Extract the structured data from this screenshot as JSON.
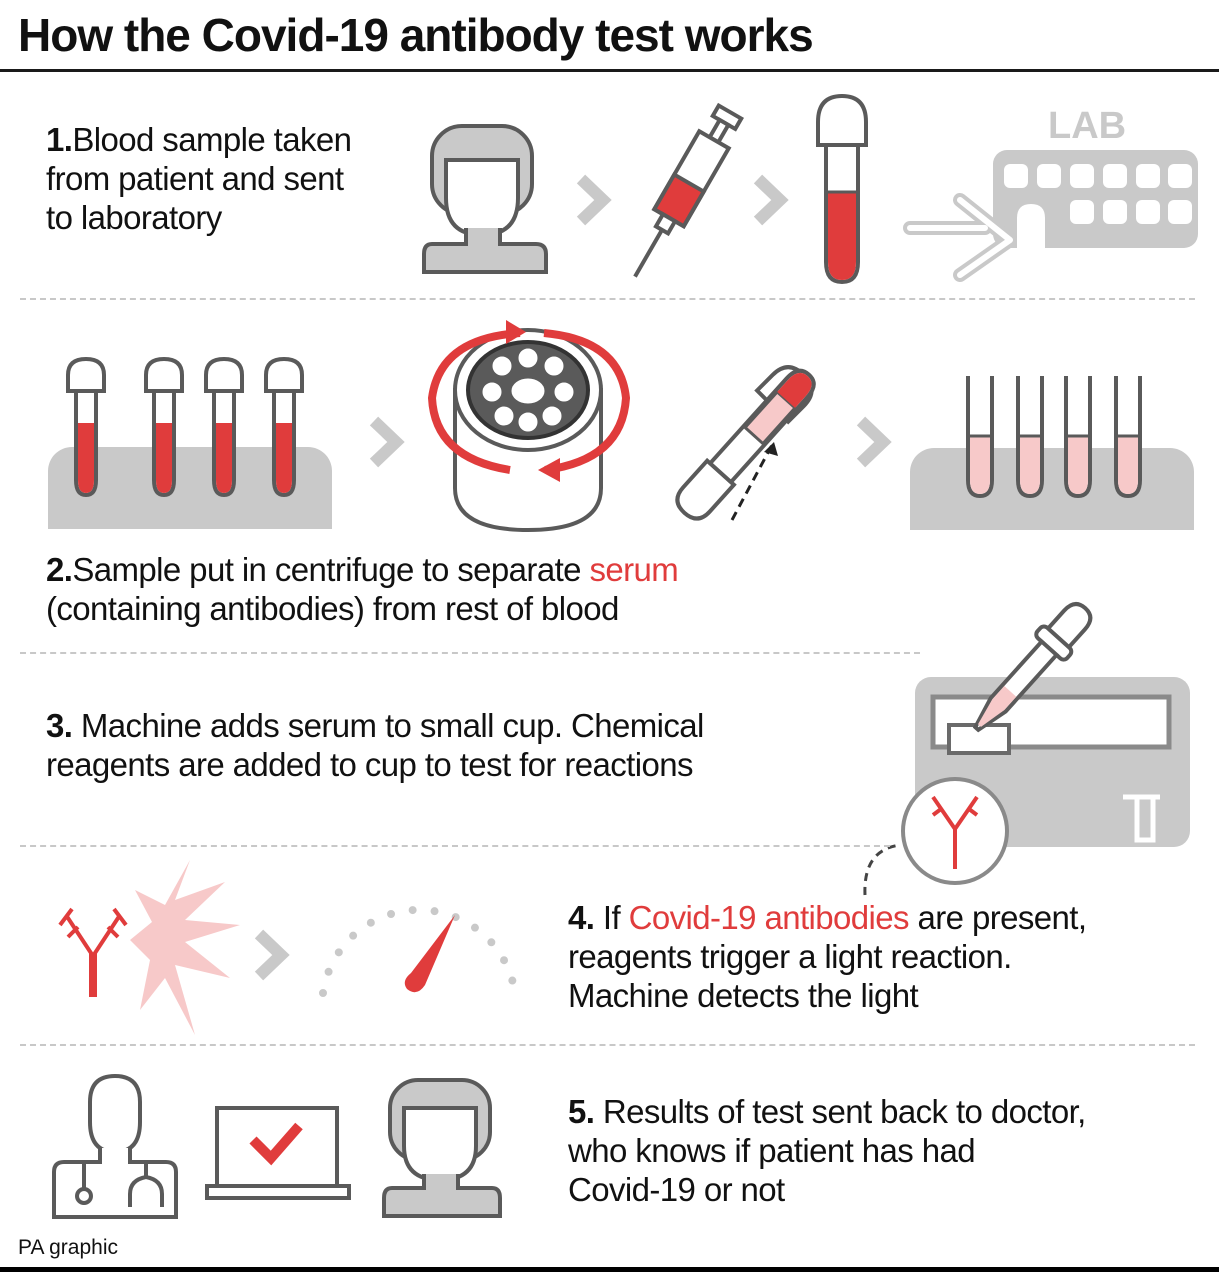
{
  "title": "How the Covid-19 antibody test works",
  "colors": {
    "accent_red": "#e03c3c",
    "light_pink": "#f7c9c9",
    "icon_gray": "#c9c9c9",
    "stroke_gray": "#5a5a5a",
    "divider": "#c8c8c8"
  },
  "steps": [
    {
      "number": "1.",
      "text": "Blood sample taken from patient and sent to laboratory",
      "icons": [
        "patient-icon",
        "chevron-icon",
        "syringe-icon",
        "chevron-icon",
        "blood-tube-icon",
        "arrow-icon",
        "lab-building-icon"
      ],
      "lab_label": "LAB"
    },
    {
      "number": "2.",
      "text_before": "Sample put in centrifuge to separate",
      "highlight": "serum",
      "text_after": "(containing antibodies) from rest of blood",
      "icons": [
        "tube-rack-icon",
        "chevron-icon",
        "centrifuge-icon",
        "separated-tube-icon",
        "chevron-icon",
        "serum-rack-icon"
      ]
    },
    {
      "number": "3.",
      "text": "Machine adds serum to small cup. Chemical reagents are added to cup to test for reactions",
      "icons": [
        "test-machine-icon",
        "pipette-icon"
      ]
    },
    {
      "number": "4.",
      "text_before": "If",
      "highlight": "Covid-19 antibodies",
      "text_after": "are present, reagents trigger a light reaction. Machine detects the light",
      "icons": [
        "antibody-icon",
        "light-burst-icon",
        "chevron-icon",
        "gauge-icon",
        "antibody-magnifier-icon"
      ]
    },
    {
      "number": "5.",
      "text": "Results of test sent back to doctor, who knows if patient has had Covid-19 or not",
      "icons": [
        "doctor-icon",
        "laptop-check-icon",
        "patient-icon"
      ]
    }
  ],
  "step_lines": {
    "s1": [
      "Blood sample taken",
      "from patient and sent",
      "to laboratory"
    ],
    "s2": [
      "Sample put in centrifuge to separate ",
      "serum",
      "(containing antibodies) from rest of blood"
    ],
    "s3": [
      "Machine adds serum to small cup. Chemical",
      "reagents are added to cup to test for reactions"
    ],
    "s4": [
      "If ",
      "Covid-19 antibodies",
      " are present,",
      "reagents trigger a light reaction.",
      "Machine detects the light"
    ],
    "s5": [
      "Results of test sent back to doctor,",
      "who knows if patient has had",
      "Covid-19 or not"
    ]
  },
  "credit": "PA graphic"
}
